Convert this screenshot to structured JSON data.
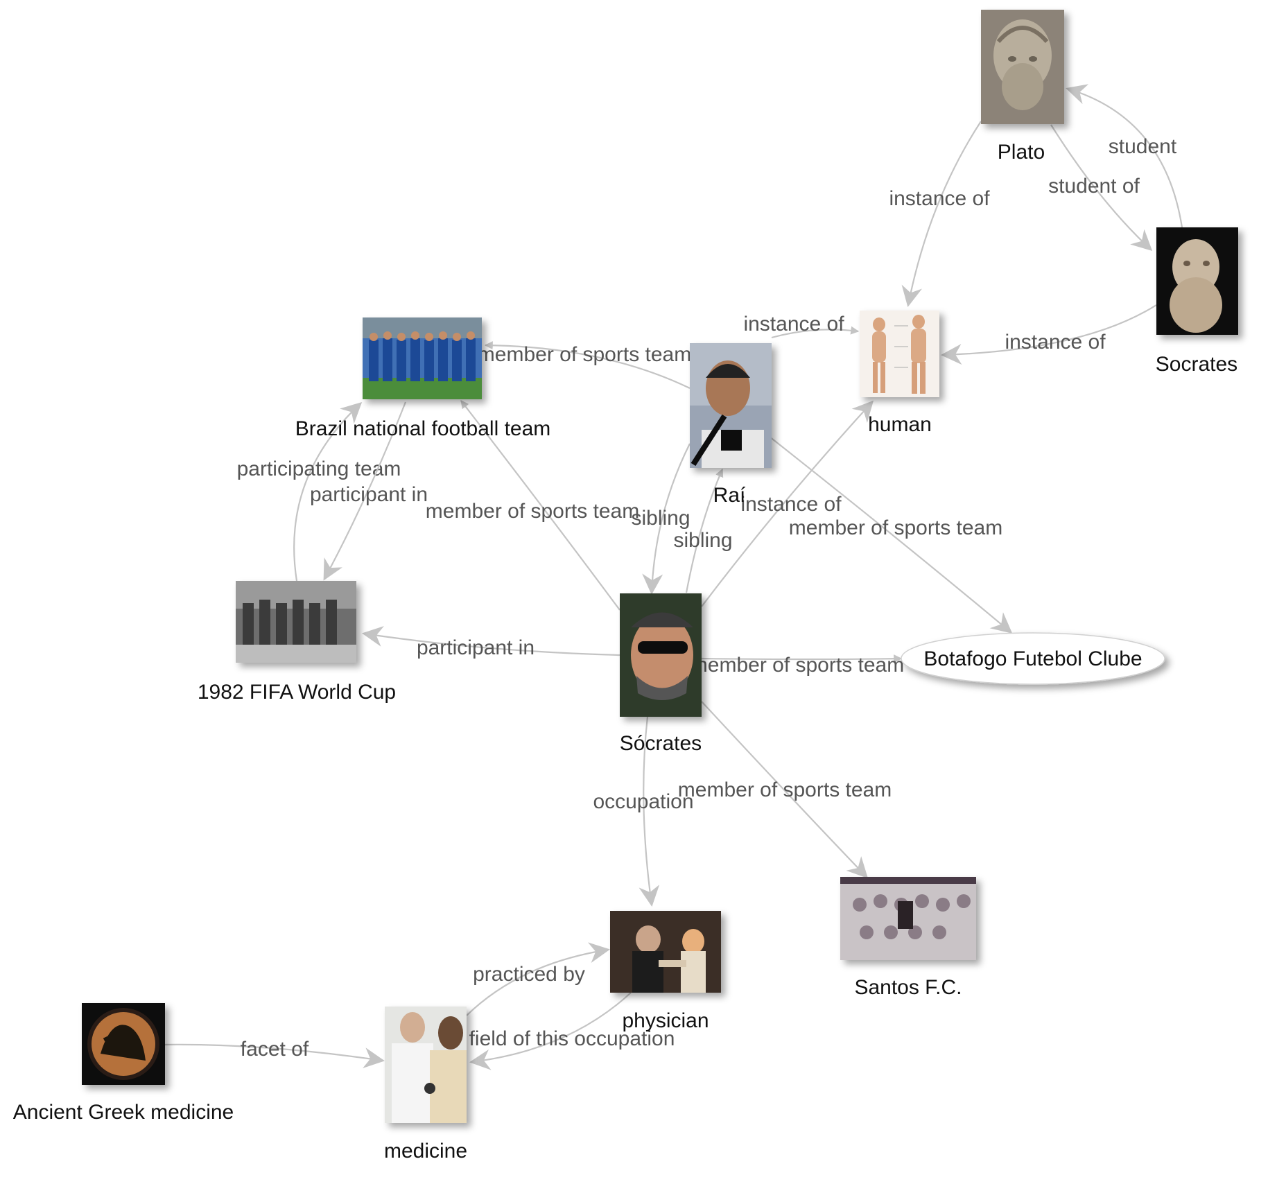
{
  "nodes": [
    {
      "id": "plato",
      "label": "Plato",
      "icon": "plato-bust-icon"
    },
    {
      "id": "socrates",
      "label": "Socrates",
      "icon": "socrates-bust-icon"
    },
    {
      "id": "human",
      "label": "human",
      "icon": "human-anatomy-icon"
    },
    {
      "id": "rai",
      "label": "Raí",
      "icon": "rai-portrait-icon"
    },
    {
      "id": "brazil",
      "label": "Brazil national football team",
      "icon": "team-photo-icon"
    },
    {
      "id": "wc1982",
      "label": "1982 FIFA World Cup",
      "icon": "world-cup-photo-icon"
    },
    {
      "id": "socrates_fb",
      "label": "Sócrates",
      "icon": "socrates-footballer-icon"
    },
    {
      "id": "botafogo",
      "label": "Botafogo Futebol Clube",
      "icon": ""
    },
    {
      "id": "santos",
      "label": "Santos F.C.",
      "icon": "santos-team-photo-icon"
    },
    {
      "id": "physician",
      "label": "physician",
      "icon": "physician-photo-icon"
    },
    {
      "id": "medicine",
      "label": "medicine",
      "icon": "medicine-photo-icon"
    },
    {
      "id": "agm",
      "label": "Ancient Greek medicine",
      "icon": "greek-vase-icon"
    }
  ],
  "edges": [
    {
      "from": "socrates",
      "to": "plato",
      "label": "student"
    },
    {
      "from": "plato",
      "to": "socrates",
      "label": "student of"
    },
    {
      "from": "plato",
      "to": "human",
      "label": "instance of"
    },
    {
      "from": "socrates",
      "to": "human",
      "label": "instance of"
    },
    {
      "from": "rai",
      "to": "human",
      "label": "instance of"
    },
    {
      "from": "rai",
      "to": "brazil",
      "label": "member of sports team"
    },
    {
      "from": "wc1982",
      "to": "brazil",
      "label": "participating team"
    },
    {
      "from": "brazil",
      "to": "wc1982",
      "label": "participant in"
    },
    {
      "from": "socrates_fb",
      "to": "brazil",
      "label": "member of sports team"
    },
    {
      "from": "rai",
      "to": "socrates_fb",
      "label": "sibling"
    },
    {
      "from": "socrates_fb",
      "to": "rai",
      "label": "sibling"
    },
    {
      "from": "socrates_fb",
      "to": "human",
      "label": "instance of"
    },
    {
      "from": "rai",
      "to": "botafogo",
      "label": "member of sports team"
    },
    {
      "from": "socrates_fb",
      "to": "wc1982",
      "label": "participant in"
    },
    {
      "from": "socrates_fb",
      "to": "botafogo",
      "label": "member of sports team"
    },
    {
      "from": "socrates_fb",
      "to": "santos",
      "label": "member of sports team"
    },
    {
      "from": "socrates_fb",
      "to": "physician",
      "label": "occupation"
    },
    {
      "from": "medicine",
      "to": "physician",
      "label": "practiced by"
    },
    {
      "from": "physician",
      "to": "medicine",
      "label": "field of this occupation"
    },
    {
      "from": "agm",
      "to": "medicine",
      "label": "facet of"
    }
  ],
  "colors": {
    "edge": "#c4c4c4",
    "edge_label": "#555555",
    "node_label": "#111111",
    "background": "#ffffff"
  }
}
